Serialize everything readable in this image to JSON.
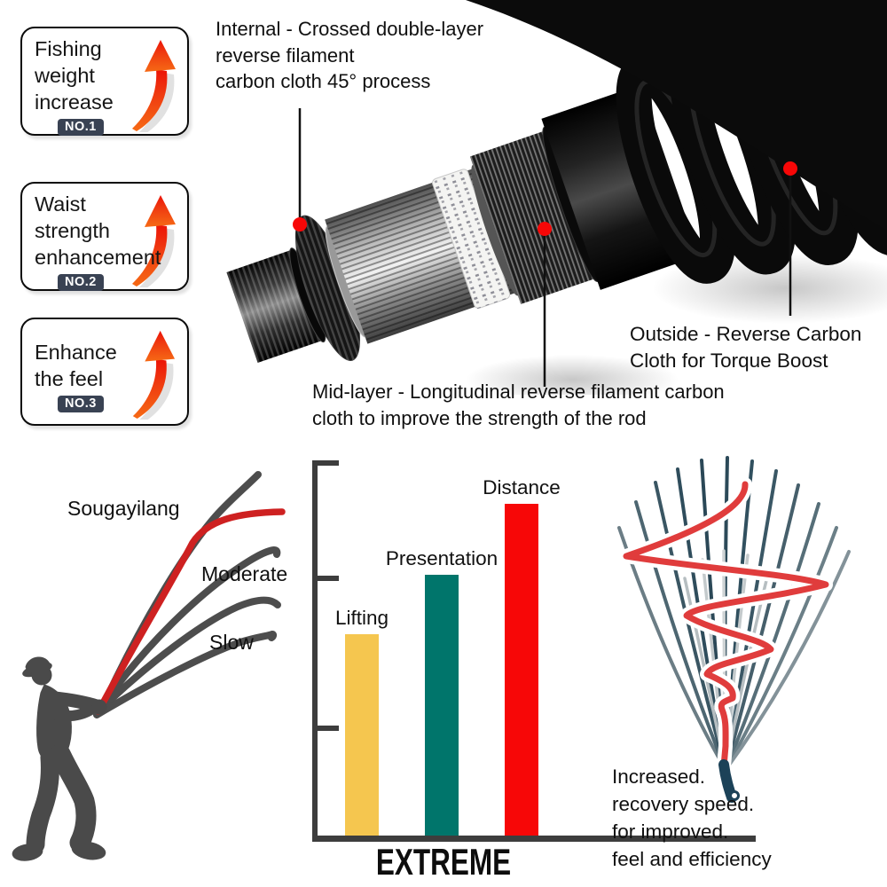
{
  "feature_boxes": [
    {
      "line1": "Fishing",
      "line2": "weight",
      "line3": "increase",
      "badge": "NO.1"
    },
    {
      "line1": "Waist",
      "line2": "strength",
      "line3": "enhancement",
      "badge": "NO.2"
    },
    {
      "line1": "Enhance",
      "line2": "the feel",
      "badge": "NO.3"
    }
  ],
  "rod_annotations": {
    "internal": {
      "line1": "Internal - Crossed double-layer",
      "line2": "reverse filament",
      "line3": "carbon cloth 45° process"
    },
    "mid_layer": {
      "line1": "Mid-layer - Longitudinal reverse filament carbon",
      "line2": "cloth to improve the strength of the rod"
    },
    "outside": {
      "line1": "Outside - Reverse Carbon",
      "line2": "Cloth for Torque Boost"
    }
  },
  "action_comparison": {
    "brand_label": "Sougayilang",
    "moderate_label": "Moderate",
    "slow_label": "Slow"
  },
  "chart_data": {
    "type": "bar",
    "categories": [
      "Lifting",
      "Presentation",
      "Distance"
    ],
    "values": [
      54,
      70,
      89
    ],
    "unit": "percent of axis height (no numeric scale shown)",
    "colors": [
      "#F5C64F",
      "#00756B",
      "#F70707"
    ],
    "title": "",
    "xlabel": "EXTREME",
    "ylabel": "",
    "ylim": [
      0,
      100
    ],
    "y_axis": {
      "unlabeled_ticks": 3,
      "grid": false
    },
    "legend_position": "none"
  },
  "recovery_note": {
    "line1": "Increased.",
    "line2": "recovery speed.",
    "line3": "for improved.",
    "line4": "feel and efficiency"
  },
  "colors": {
    "arrow_gradient_top": "#EC1307",
    "arrow_gradient_bottom": "#F66A15",
    "badge_bg": "#394253",
    "marker_red": "#F70707",
    "brand_curve_red": "#CE2121",
    "curve_gray": "#4D4D4D",
    "silhouette_gray": "#4A4A4A",
    "fan_dark_blue": "#2B4857",
    "wave_red": "#E03C3C",
    "rod_butt_blue": "#1C4258",
    "axis_color": "#3D3D3D"
  }
}
